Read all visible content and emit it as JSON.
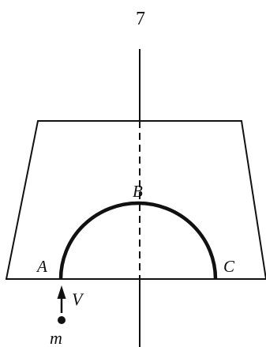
{
  "figure": {
    "number": "7"
  },
  "labels": {
    "a": "A",
    "b": "B",
    "c": "C",
    "v": "V",
    "m": "m"
  },
  "colors": {
    "ink": "#111111",
    "background": "#ffffff"
  }
}
